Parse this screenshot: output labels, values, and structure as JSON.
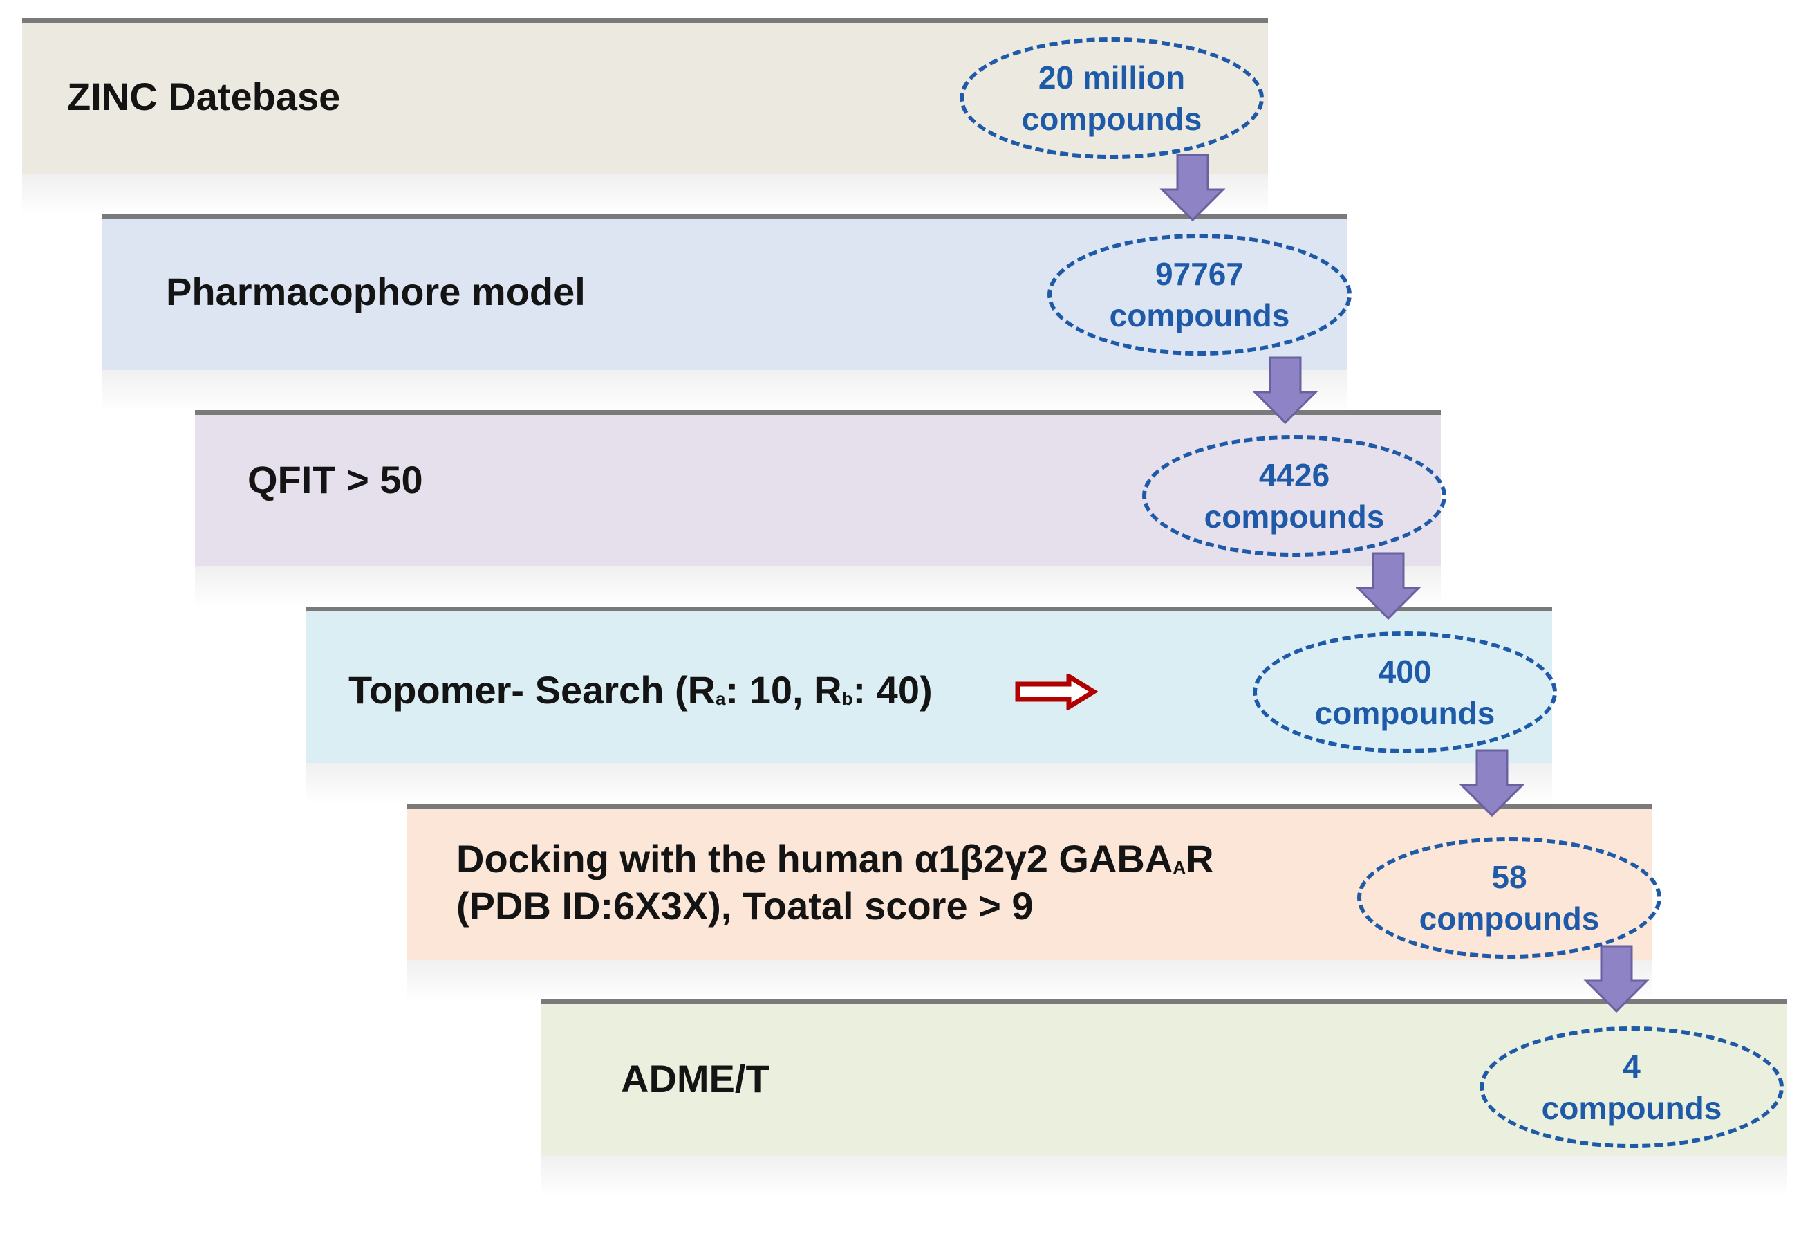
{
  "colors": {
    "bar_1": "#eceae0",
    "bar_2": "#dce5f1",
    "bar_3": "#e6e0ec",
    "bar_4": "#dbeef3",
    "bar_5": "#fbe6d8",
    "bar_6": "#ebf0de",
    "ellipse_text": "#1f5aa8",
    "down_arrow": "#8e83c4",
    "right_arrow": "#b00000"
  },
  "steps": [
    {
      "label": "ZINC Datebase",
      "count_line1": "20 million",
      "count_line2": "compounds"
    },
    {
      "label": "Pharmacophore model",
      "count_line1": "97767",
      "count_line2": "compounds"
    },
    {
      "label": "QFIT > 50",
      "count_line1": "4426",
      "count_line2": "compounds"
    },
    {
      "label_main": "Topomer- Search (R",
      "label_sub_a": "a",
      "label_mid": ": 10, R",
      "label_sub_b": "b",
      "label_end": ": 40)",
      "count_line1": "400",
      "count_line2": "compounds",
      "side_arrow_icon": "red-right-arrow-icon"
    },
    {
      "label_line1_main": "Docking with the human α1β2γ2 GABA",
      "label_line1_sub": "A",
      "label_line1_end": "R",
      "label_line2": "(PDB ID:6X3X), Toatal score > 9",
      "count_line1": "58",
      "count_line2": "compounds"
    },
    {
      "label": "ADME/T",
      "count_line1": "4",
      "count_line2": "compounds"
    }
  ],
  "icons": {
    "down_arrow": "down-arrow-icon",
    "right_arrow": "red-right-arrow-icon"
  }
}
